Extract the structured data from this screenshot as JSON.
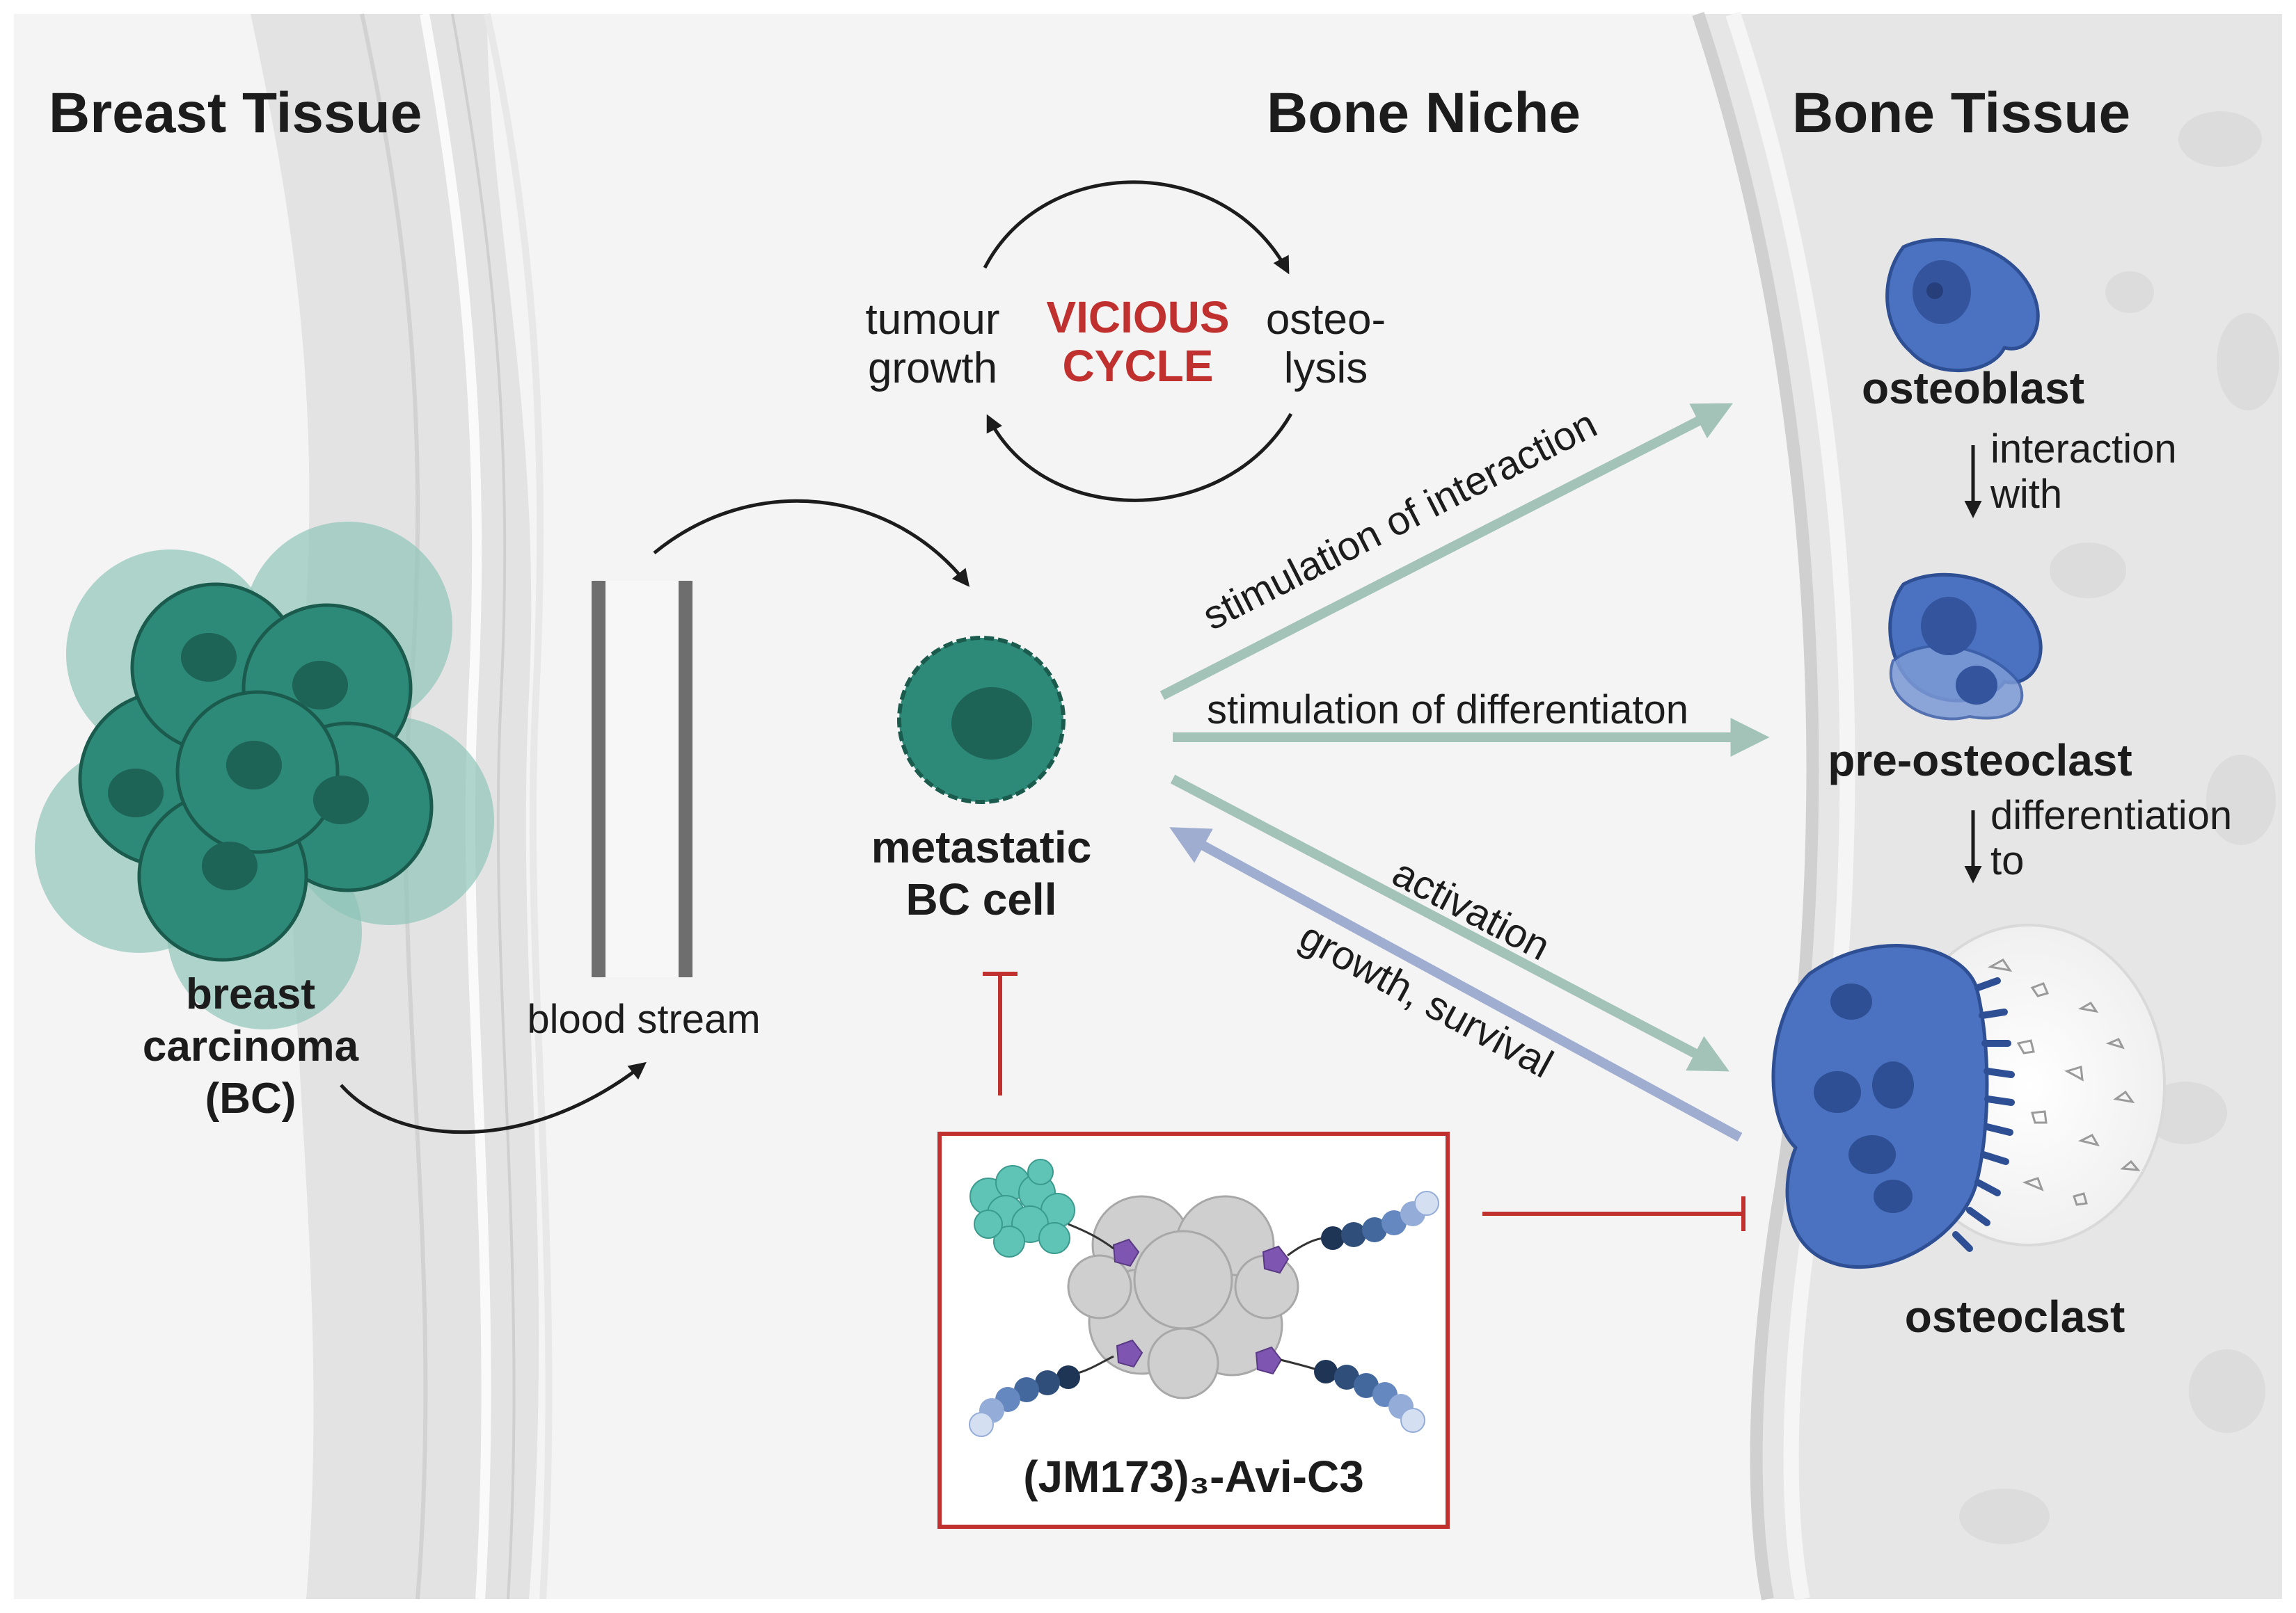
{
  "headings": {
    "breast_tissue": "Breast Tissue",
    "bone_niche": "Bone Niche",
    "bone_tissue": "Bone Tissue"
  },
  "cycle": {
    "left_line1": "tumour",
    "left_line2": "growth",
    "center_line1": "VICIOUS",
    "center_line2": "CYCLE",
    "right_line1": "osteo-",
    "right_line2": "lysis"
  },
  "labels": {
    "breast_carcinoma_line1": "breast",
    "breast_carcinoma_line2": "carcinoma",
    "breast_carcinoma_line3": "(BC)",
    "blood_stream": "blood stream",
    "metastatic_line1": "metastatic",
    "metastatic_line2": "BC cell",
    "osteoblast": "osteoblast",
    "pre_osteoclast": "pre-osteoclast",
    "osteoclast": "osteoclast",
    "interaction_line1": "interaction",
    "interaction_line2": "with",
    "differentiation_line1": "differentiation",
    "differentiation_line2": "to",
    "drug_name": "(JM173)₃-Avi-C3"
  },
  "arrows": {
    "stim_interaction": "stimulation of interaction",
    "stim_differentiation": "stimulation of differentiaton",
    "activation": "activation",
    "growth_survival": "growth, survival"
  },
  "colors": {
    "accent_red": "#c0302e",
    "bc_cell": "#2e8a78",
    "bone_cell": "#4a72c0",
    "arrow_teal": "#a3c3b8",
    "arrow_blue": "#9fadd0"
  }
}
